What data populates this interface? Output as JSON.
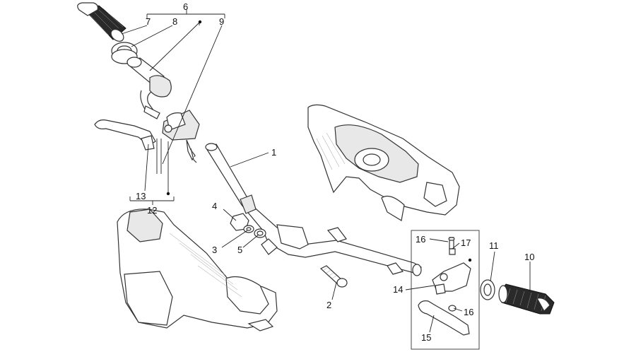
{
  "callouts": {
    "c1": "1",
    "c2": "2",
    "c3": "3",
    "c4": "4",
    "c5": "5",
    "c6": "6",
    "c7": "7",
    "c8": "8",
    "c9": "9",
    "c10": "10",
    "c11": "11",
    "c12": "12",
    "c13": "13",
    "c14": "14",
    "c15": "15",
    "c16a": "16",
    "c16b": "16",
    "c17": "17"
  },
  "parts": [
    {
      "id": "handlebar",
      "label_ref": "c1"
    },
    {
      "id": "screw",
      "label_ref": "c2"
    },
    {
      "id": "washer",
      "label_ref": "c3"
    },
    {
      "id": "nut",
      "label_ref": "c4"
    },
    {
      "id": "spacer",
      "label_ref": "c5"
    },
    {
      "id": "throttle-assembly",
      "label_ref": "c6"
    },
    {
      "id": "left-grip",
      "label_ref": "c7"
    },
    {
      "id": "grip-ring",
      "label_ref": "c8"
    },
    {
      "id": "throttle-tube",
      "label_ref": "c9"
    },
    {
      "id": "right-grip",
      "label_ref": "c10"
    },
    {
      "id": "grip-end-ring",
      "label_ref": "c11"
    },
    {
      "id": "lever-assembly-left",
      "label_ref": "c12"
    },
    {
      "id": "left-lever",
      "label_ref": "c13"
    },
    {
      "id": "lever-assembly-right",
      "label_ref": "c14"
    },
    {
      "id": "right-lever",
      "label_ref": "c15"
    },
    {
      "id": "pin",
      "label_ref": "c16a"
    },
    {
      "id": "lever-screw",
      "label_ref": "c17"
    }
  ]
}
